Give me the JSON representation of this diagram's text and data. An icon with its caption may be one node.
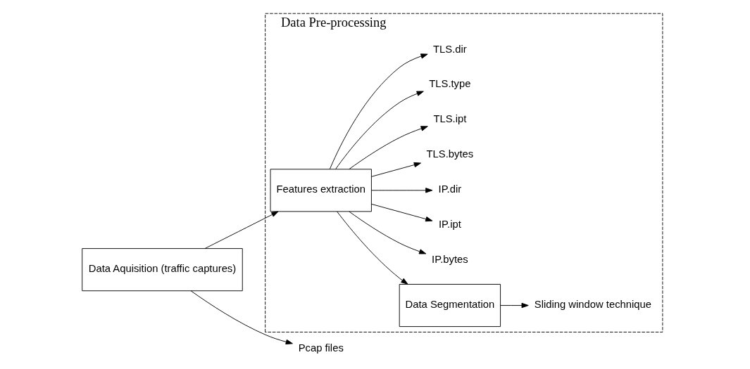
{
  "diagram": {
    "nodes": [
      {
        "text": [
          "Data Pre-processing"
        ]
      },
      {
        "text": [
          "Data Aquisition (traffic captures)"
        ]
      },
      {
        "text": [
          "Pcap files"
        ]
      },
      {
        "text": [
          "Features extraction"
        ],
        "in": 0
      },
      {
        "text": [
          "Data Segmentation"
        ],
        "in": 0
      },
      {
        "text": [
          "IP.bytes"
        ],
        "in": 0
      },
      {
        "text": [
          "IP.ipt"
        ],
        "in": 0
      },
      {
        "text": [
          "IP.dir"
        ],
        "in": 0
      },
      {
        "text": [
          "TLS.bytes"
        ],
        "in": 0
      },
      {
        "text": [
          "TLS.ipt"
        ],
        "in": 0
      },
      {
        "text": [
          "TLS.type"
        ],
        "in": 0
      },
      {
        "text": [
          "TLS.dir"
        ],
        "in": 0
      },
      {
        "text": [
          "Sliding window technique"
        ],
        "in": 0
      }
    ],
    "edges": [
      {
        "from": 1,
        "to": 2,
        "arrow": "to"
      },
      {
        "from": 1,
        "to": 3,
        "arrow": "to"
      },
      {
        "from": 3,
        "to": 4,
        "arrow": "to"
      },
      {
        "from": 3,
        "to": 5,
        "arrow": "to"
      },
      {
        "from": 3,
        "to": 6,
        "arrow": "to"
      },
      {
        "from": 3,
        "to": 7,
        "arrow": "to"
      },
      {
        "from": 3,
        "to": 8,
        "arrow": "to"
      },
      {
        "from": 3,
        "to": 9,
        "arrow": "to"
      },
      {
        "from": 3,
        "to": 10,
        "arrow": "to"
      },
      {
        "from": 3,
        "to": 11,
        "arrow": "to"
      },
      {
        "from": 4,
        "to": 12,
        "arrow": "to"
      }
    ]
  }
}
